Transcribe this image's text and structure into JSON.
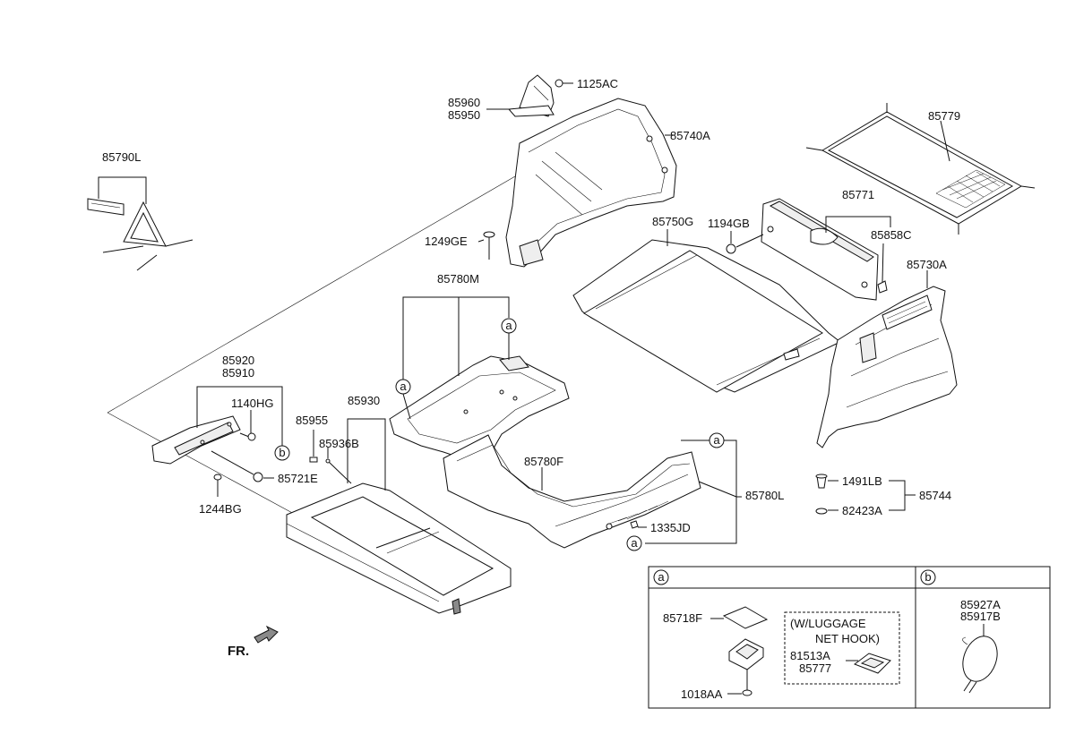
{
  "parts": {
    "p1125AC": "1125AC",
    "p85960": "85960",
    "p85950": "85950",
    "p85740A": "85740A",
    "p85779": "85779",
    "p85790L": "85790L",
    "p85771": "85771",
    "p85750G": "85750G",
    "p1194GB": "1194GB",
    "p85858C": "85858C",
    "p1249GE": "1249GE",
    "p85730A": "85730A",
    "p85780M": "85780M",
    "p85920": "85920",
    "p85910": "85910",
    "p1140HG": "1140HG",
    "p85930": "85930",
    "p85955": "85955",
    "p85936B": "85936B",
    "p85780F": "85780F",
    "p85721E": "85721E",
    "p1244BG": "1244BG",
    "p1491LB": "1491LB",
    "p85744": "85744",
    "p82423A": "82423A",
    "p85780L": "85780L",
    "p1335JD": "1335JD",
    "p85718F": "85718F",
    "p81513A": "81513A",
    "p85777": "85777",
    "p1018AA": "1018AA",
    "p85927A": "85927A",
    "p85917B": "85917B"
  },
  "callouts": {
    "a": "a",
    "b": "b"
  },
  "detail_a": {
    "letter": "a",
    "note_line1": "(W/LUGGAGE",
    "note_line2": "NET HOOK)"
  },
  "detail_b": {
    "letter": "b"
  },
  "direction": {
    "label": "FR."
  }
}
